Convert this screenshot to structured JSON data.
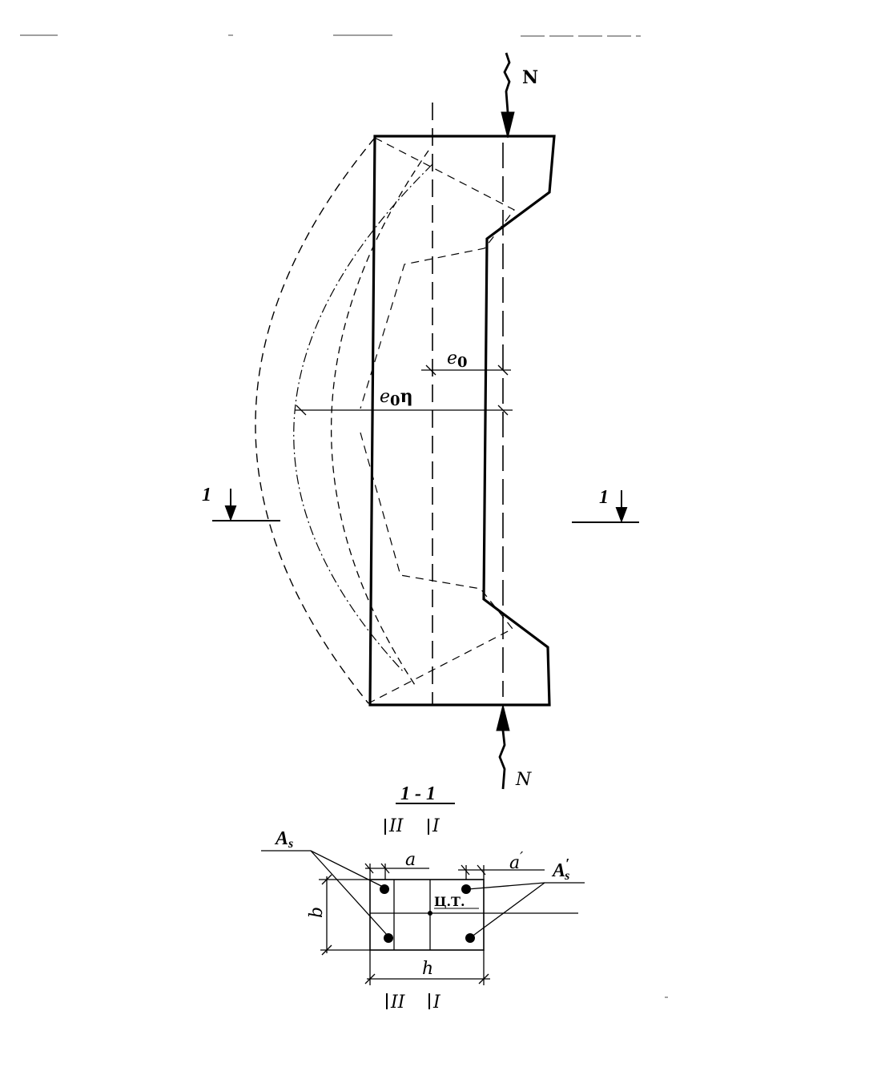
{
  "labels": {
    "force_top": "N",
    "force_bottom": "N",
    "eccentricity": "e",
    "eccentricity_sub": "0",
    "amplified_eccentricity": "e",
    "amplified_sub": "0",
    "amplified_eta": "η",
    "section_mark_left": "1",
    "section_mark_right": "1",
    "section_title": "1 - 1",
    "axis_II_top": "II",
    "axis_I_top": "I",
    "axis_II_bottom": "II",
    "axis_I_bottom": "I",
    "rebar_As": "A",
    "rebar_As_sub": "s",
    "rebar_As_prime": "A",
    "rebar_As_prime_sub": "s",
    "prime": "′",
    "dim_a": "a",
    "dim_a_prime": "a",
    "dim_b": "b",
    "dim_h": "h",
    "neutral_axis": "Ц.Т."
  }
}
